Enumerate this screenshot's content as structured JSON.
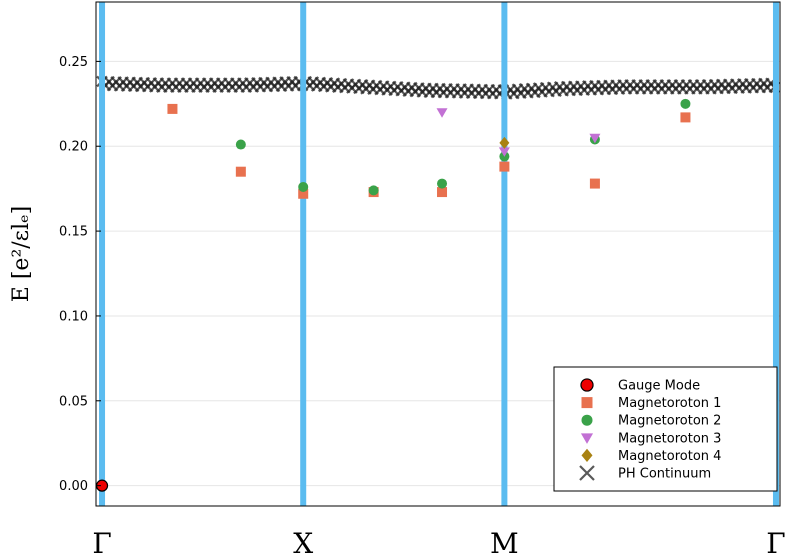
{
  "chart_data": {
    "type": "scatter",
    "title": "",
    "ylabel": "E [e²/εlₑ]",
    "xlabel": "",
    "ylim": [
      -0.012,
      0.285
    ],
    "yticks": [
      "0.00",
      "0.05",
      "0.10",
      "0.15",
      "0.20",
      "0.25"
    ],
    "xticks": [
      {
        "label": "Γ",
        "x": 0
      },
      {
        "label": "X",
        "x": 1
      },
      {
        "label": "M",
        "x": 2
      },
      {
        "label": "Γ",
        "x": 3.35
      }
    ],
    "xlim": [
      -0.03,
      3.37
    ],
    "grid": true,
    "legend_position": "bottom-right",
    "vlines_color": "#5bbcf0",
    "series": [
      {
        "name": "Gauge Mode",
        "marker": "circle-outlined",
        "color": "#ee0000",
        "points": [
          [
            0,
            0.0
          ]
        ]
      },
      {
        "name": "Magnetoroton 1",
        "marker": "square",
        "color": "#e8714f",
        "points": [
          [
            0.35,
            0.222
          ],
          [
            0.69,
            0.185
          ],
          [
            1.0,
            0.172
          ],
          [
            1.35,
            0.173
          ],
          [
            1.69,
            0.173
          ],
          [
            2.0,
            0.188
          ],
          [
            2.45,
            0.178
          ],
          [
            2.9,
            0.217
          ]
        ]
      },
      {
        "name": "Magnetoroton 2",
        "marker": "circle",
        "color": "#3aa249",
        "points": [
          [
            0.69,
            0.201
          ],
          [
            1.0,
            0.176
          ],
          [
            1.35,
            0.174
          ],
          [
            1.69,
            0.178
          ],
          [
            2.0,
            0.194
          ],
          [
            2.45,
            0.204
          ],
          [
            2.9,
            0.225
          ]
        ]
      },
      {
        "name": "Magnetoroton 3",
        "marker": "triangle-down",
        "color": "#c271d4",
        "points": [
          [
            1.69,
            0.22
          ],
          [
            2.0,
            0.197
          ],
          [
            2.45,
            0.205
          ]
        ]
      },
      {
        "name": "Magnetoroton 4",
        "marker": "diamond",
        "color": "#a98212",
        "points": [
          [
            2.0,
            0.202
          ]
        ]
      },
      {
        "name": "PH Continuum",
        "marker": "x",
        "color": "#222222",
        "band": [
          [
            0.0,
            0.237
          ],
          [
            0.3,
            0.236
          ],
          [
            0.7,
            0.236
          ],
          [
            1.0,
            0.237
          ],
          [
            1.3,
            0.235
          ],
          [
            1.6,
            0.233
          ],
          [
            2.0,
            0.232
          ],
          [
            2.3,
            0.234
          ],
          [
            2.6,
            0.235
          ],
          [
            3.0,
            0.235
          ],
          [
            3.35,
            0.236
          ]
        ]
      }
    ]
  }
}
